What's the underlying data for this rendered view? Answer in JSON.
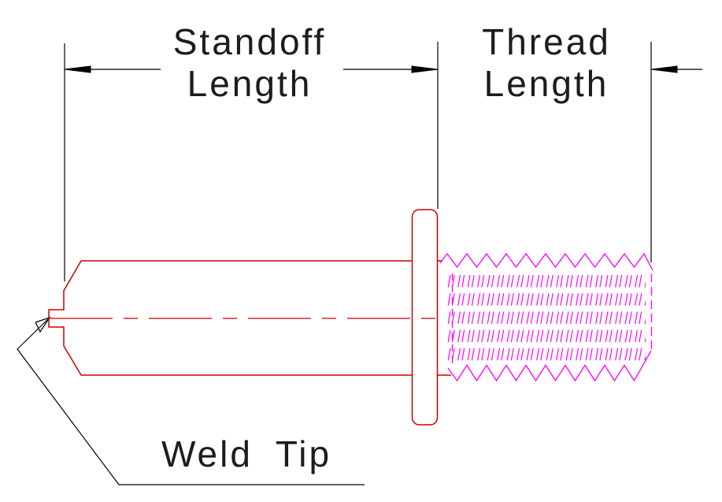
{
  "drawing": {
    "background": "#ffffff",
    "colors": {
      "annotation": "#000000",
      "outline": "#cc0000",
      "thread": "#ff00ff"
    },
    "dimensions": {
      "standoff": {
        "line1": "Standoff",
        "line2": "Length"
      },
      "thread": {
        "line1": "Thread",
        "line2": "Length"
      }
    },
    "callouts": {
      "weld_tip": "Weld Tip"
    }
  }
}
